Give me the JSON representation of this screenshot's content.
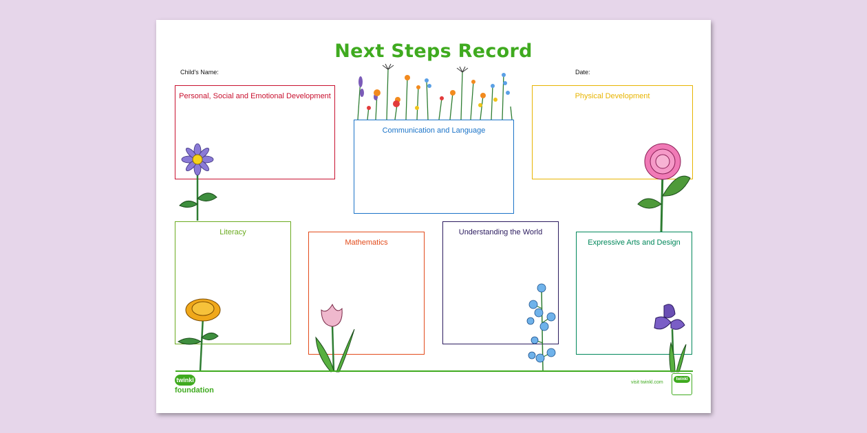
{
  "document": {
    "title": "Next Steps Record",
    "child_name_label": "Child's Name:",
    "date_label": "Date:"
  },
  "areas": {
    "psed": {
      "label": "Personal, Social and Emotional Development",
      "color": "#c8102e"
    },
    "communication": {
      "label": "Communication and Language",
      "color": "#1a73c8"
    },
    "physical": {
      "label": "Physical Development",
      "color": "#e8b400"
    },
    "literacy": {
      "label": "Literacy",
      "color": "#6aaa1e"
    },
    "mathematics": {
      "label": "Mathematics",
      "color": "#e24a1a"
    },
    "understanding": {
      "label": "Understanding the World",
      "color": "#2a1a5e"
    },
    "expressive": {
      "label": "Expressive Arts and Design",
      "color": "#00875a"
    }
  },
  "footer": {
    "logo_top": "twinkl",
    "logo_bottom": "foundation",
    "visit_text": "visit twinkl.com",
    "badge_text": "twinkl"
  },
  "colors": {
    "accent": "#3faa1f",
    "page_bg": "#e6d6ea"
  }
}
